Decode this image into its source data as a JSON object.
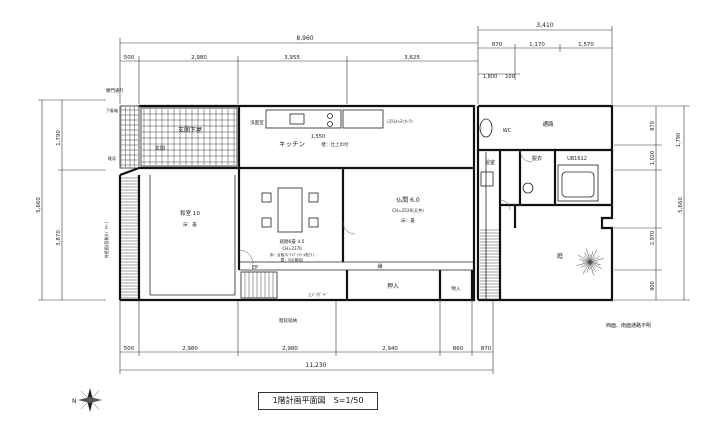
{
  "drawing_title": "1階計画平面図　S=1/50",
  "note": "西面、南面通路不明",
  "north_label": "N",
  "dimensions": {
    "top_overall_left": "8,960",
    "top_overall_right": "3,410",
    "top_right_segments": [
      "870",
      "1,170",
      "1,570"
    ],
    "top_row": [
      "500",
      "2,980",
      "3,955",
      "3,625"
    ],
    "top_small": [
      "1,800",
      "100"
    ],
    "kitchen_width": "1,550",
    "bottom_row": [
      "500",
      "2,980",
      "2,980",
      "2,940",
      "860",
      "870"
    ],
    "bottom_overall": "11,230",
    "left_outer": "5,660",
    "left_upper": "1,790",
    "left_lower": "3,870",
    "right_outer": "5,660",
    "right_upper": [
      "870",
      "1,790"
    ],
    "right_mid": [
      "1,020",
      "2,970"
    ],
    "right_lower": "900"
  },
  "rooms": {
    "porch": "玄関下屋",
    "entrance": "玄関",
    "kitchen": "キッチン",
    "washroom_top": "洗面室",
    "dining": "居間6畳 4.5",
    "dining_sub1": "CH=2370",
    "dining_sub2": "床：合板ﾌﾛｰﾘﾝｸﾞ(ｸﾘｰﾑ貼り)",
    "dining_sub3": "壁：ｸﾛｽ(無垢)",
    "washitsu": "和室 10",
    "washitsu_sub": "床：畳",
    "butsuma": "仏間 6.0",
    "butsuma_sub1": "CH=2520(天井)",
    "butsuma_sub2": "床：畳",
    "engawa": "縁",
    "oshiire": "押入",
    "bath": "浴室",
    "unit_bath": "UB1612",
    "dressing": "脱衣",
    "garden": "庭",
    "passage": "通路",
    "system_kitchen": "ｼｽﾃﾑｷｯﾁﾝｶｰﾃﾝ",
    "wall_tag": "壁：仕上の付",
    "ep": "EP",
    "upper_door": "上ﾄﾞｱｶﾞｰﾄﾞ",
    "storage_label": "物入",
    "stair_label": "階段収納",
    "toilet": "WC",
    "front_gate": "勝門通り",
    "cabinet": "下駄箱",
    "shoes": "靴収",
    "left_side_note": "外壁面(西側)(ﾄﾞｱﾘｰ)"
  },
  "icons": [
    "north-arrow-icon",
    "tree-icon",
    "toilet-icon",
    "sink-icon",
    "stove-icon"
  ]
}
